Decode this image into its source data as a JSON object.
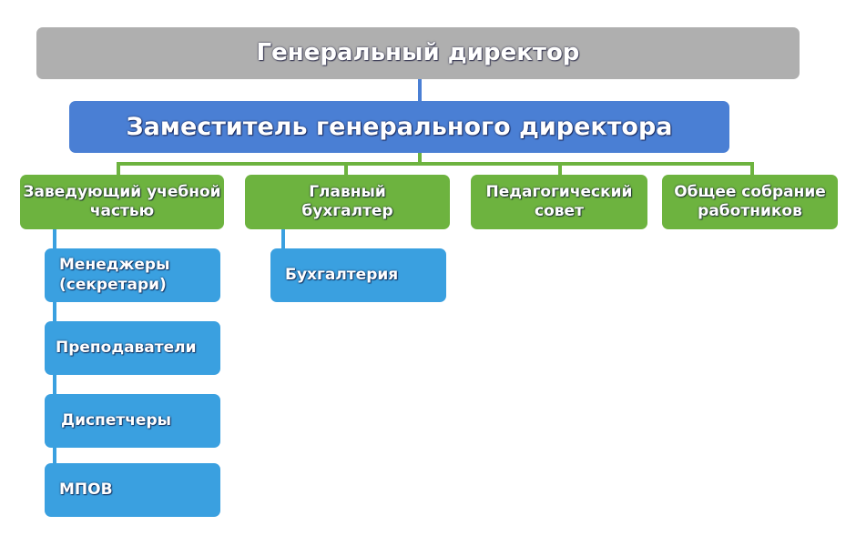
{
  "top": {
    "title": "Генеральный директор"
  },
  "deputy": {
    "title": "Заместитель генерального директора"
  },
  "departments": [
    {
      "label": "Заведующий учебной частью"
    },
    {
      "label": "Главный бухгалтер"
    },
    {
      "label": "Педагогический совет"
    },
    {
      "label": "Общее собрание работников"
    }
  ],
  "study_units": [
    {
      "label": "Менеджеры (секретари)"
    },
    {
      "label": "Преподаватели"
    },
    {
      "label": "Диспетчеры"
    },
    {
      "label": "МПОВ"
    }
  ],
  "accounting_units": [
    {
      "label": "Бухгалтерия"
    }
  ],
  "colors": {
    "top": "#afafaf",
    "deputy": "#4a7fd4",
    "department": "#6db33f",
    "unit": "#3aa0e0"
  }
}
